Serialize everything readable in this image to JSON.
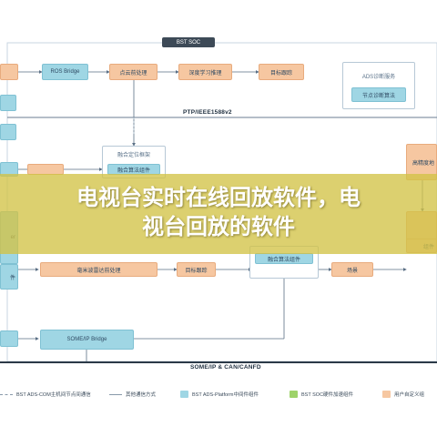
{
  "diagram": {
    "soc_tab": "BST SOC",
    "ptp_label": "PTP/IEEE1588v2",
    "bus_label": "SOME/IP & CAN/CANFD",
    "nodes": {
      "ros_bridge": "ROS Bridge",
      "point_cloud": "点云前处理",
      "deep_learning": "深度学习推理",
      "target_tracking_1": "目标跟踪",
      "ads_diag": "ADS诊断服务",
      "node_diag": "节点诊断算法",
      "fusion_frame": "融合定位框架",
      "fusion_algo": "融合算法组件",
      "hd_map": "高精度地",
      "mmwave": "毫米波雷达前处理",
      "target_tracking_2": "目标跟踪",
      "fusion_mod": "融合算法组件",
      "scene": "场景",
      "someip_bridge": "SOME/IP Bridge"
    },
    "partial_left": {
      "left_a": "",
      "left_b": "",
      "left_c": "",
      "left_d": "",
      "left_e": "",
      "left_f": "er",
      "left_g": "件"
    },
    "partial_right": {
      "right_a": "",
      "right_b": "",
      "right_c": "组件"
    },
    "legend": [
      {
        "label": "BST ADS-COM主机间节点间通信",
        "kind": "line"
      },
      {
        "label": "其他通信方式",
        "kind": "line"
      },
      {
        "label": "BST ADS-Platform中间件组件",
        "kind": "blue"
      },
      {
        "label": "BST SOC硬件加速组件",
        "kind": "green"
      },
      {
        "label": "用户自定义组",
        "kind": "orange"
      }
    ],
    "colors": {
      "blue": "#9fd6e4",
      "orange": "#f6c7a1",
      "green": "#9ed36a",
      "overlay": "#d2c346"
    }
  },
  "headline": {
    "line1": "电视台实时在线回放软件，电",
    "line2": "视台回放的软件"
  }
}
